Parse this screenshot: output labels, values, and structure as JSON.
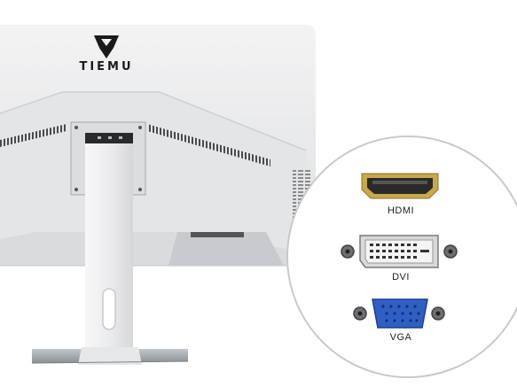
{
  "brand": {
    "name": "TIEMU",
    "logo_icon": "tiemu-shield-logo-icon"
  },
  "ports": [
    {
      "label": "HDMI",
      "icon": "hdmi-port-icon"
    },
    {
      "label": "DVI",
      "icon": "dvi-port-icon"
    },
    {
      "label": "VGA",
      "icon": "vga-port-icon"
    }
  ],
  "colors": {
    "monitor_body": "#e9e9ea",
    "vga_port": "#2f5fc4",
    "circle_border": "#c9c9c9",
    "base_metal": "#a9adb2"
  }
}
